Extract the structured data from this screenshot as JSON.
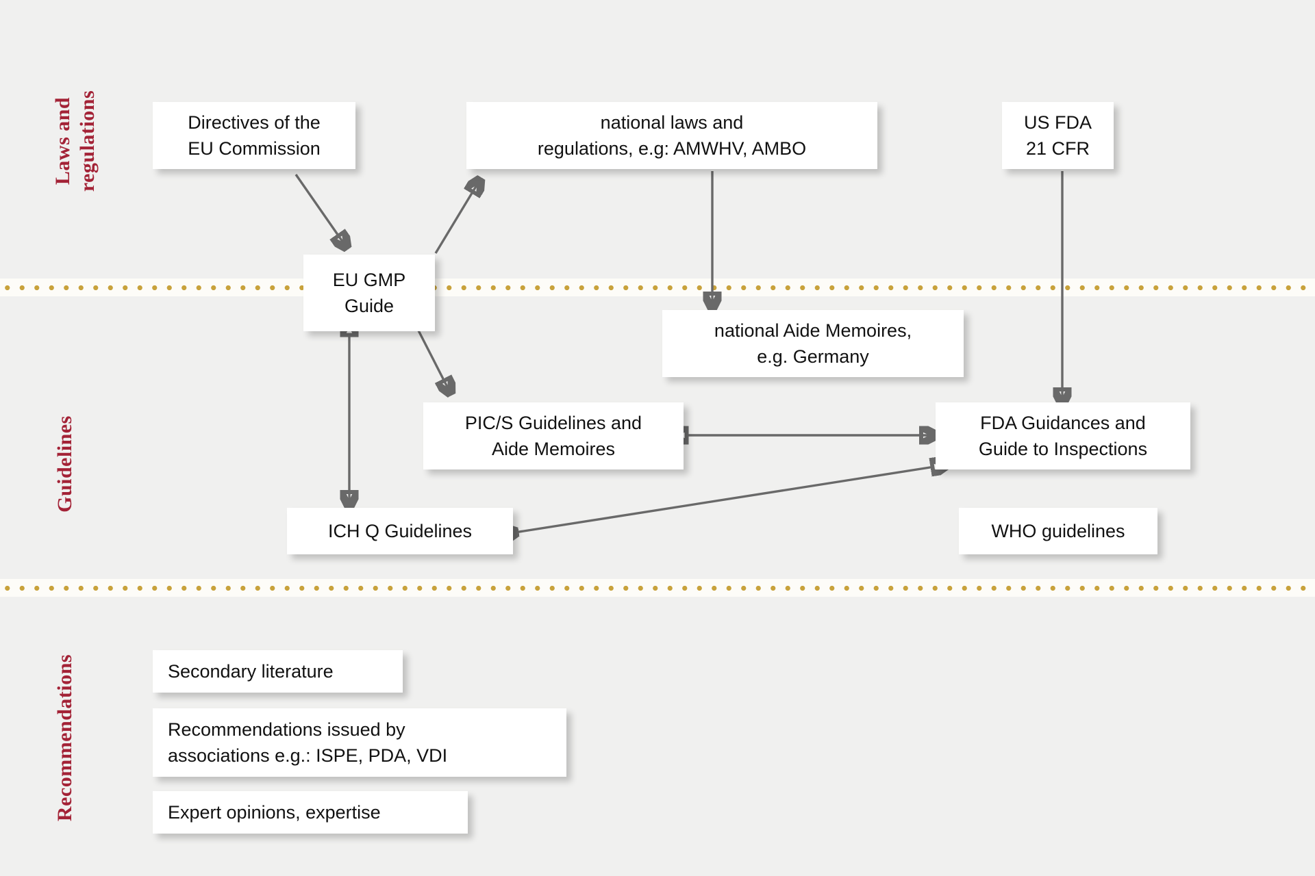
{
  "diagram": {
    "title": "GMP regulatory hierarchy",
    "background_color": "#f0f0ef",
    "divider_color": "#c8a23c",
    "band_label_color": "#a32236",
    "arrow_color": "#696969",
    "node_fill": "#ffffff"
  },
  "bands": [
    {
      "id": "laws",
      "label": "Laws and\nregulations"
    },
    {
      "id": "guidelines",
      "label": "Guidelines"
    },
    {
      "id": "recommendations",
      "label": "Recommendations"
    }
  ],
  "nodes": {
    "eu_directives": "Directives of the\nEU Commission",
    "national_laws": "national laws and\nregulations, e.g: AMWHV, AMBO",
    "us_fda": "US FDA\n21 CFR",
    "eu_gmp_guide": "EU GMP\nGuide",
    "national_aide_memoires": "national Aide Memoires,\ne.g. Germany",
    "pics_guidelines": "PIC/S Guidelines and\nAide Memoires",
    "fda_guidances": "FDA Guidances and\nGuide to Inspections",
    "ich_q_guidelines": "ICH Q Guidelines",
    "who_guidelines": "WHO guidelines",
    "secondary_literature": "Secondary literature",
    "recommendations_associations": "Recommendations issued by\nassociations e.g.: ISPE, PDA, VDI",
    "expert_opinions": "Expert opinions, expertise"
  },
  "edges": [
    {
      "from": "eu_directives",
      "to": "eu_gmp_guide",
      "style": "single-arrow"
    },
    {
      "from": "eu_gmp_guide",
      "to": "national_laws",
      "style": "single-arrow"
    },
    {
      "from": "eu_gmp_guide",
      "to": "pics_guidelines",
      "style": "single-arrow"
    },
    {
      "from": "eu_gmp_guide",
      "to": "ich_q_guidelines",
      "style": "double-arrow"
    },
    {
      "from": "national_laws",
      "to": "national_aide_memoires",
      "style": "single-arrow"
    },
    {
      "from": "us_fda",
      "to": "fda_guidances",
      "style": "single-arrow"
    },
    {
      "from": "pics_guidelines",
      "to": "fda_guidances",
      "style": "double-arrow"
    },
    {
      "from": "ich_q_guidelines",
      "to": "fda_guidances",
      "style": "double-arrow"
    }
  ]
}
